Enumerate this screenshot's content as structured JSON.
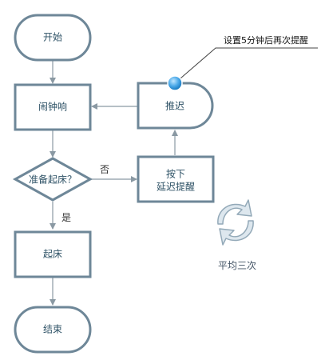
{
  "nodes": {
    "start": "开始",
    "alarm": "闹钟响",
    "decision": "准备起床？",
    "get_up": "起床",
    "end": "结束",
    "snooze": "推迟",
    "press_line1": "按下",
    "press_line2": "延迟提醒"
  },
  "edges": {
    "no_label": "否",
    "yes_label": "是"
  },
  "annotation": {
    "note": "设置5分钟后再次提醒"
  },
  "average": {
    "label": "平均三次",
    "icon": "refresh-arrows-icon"
  },
  "colors": {
    "node_stroke": "#6e8798",
    "text": "#2e5266",
    "connector": "#8a99a3",
    "marker": "#4aa8e8"
  }
}
